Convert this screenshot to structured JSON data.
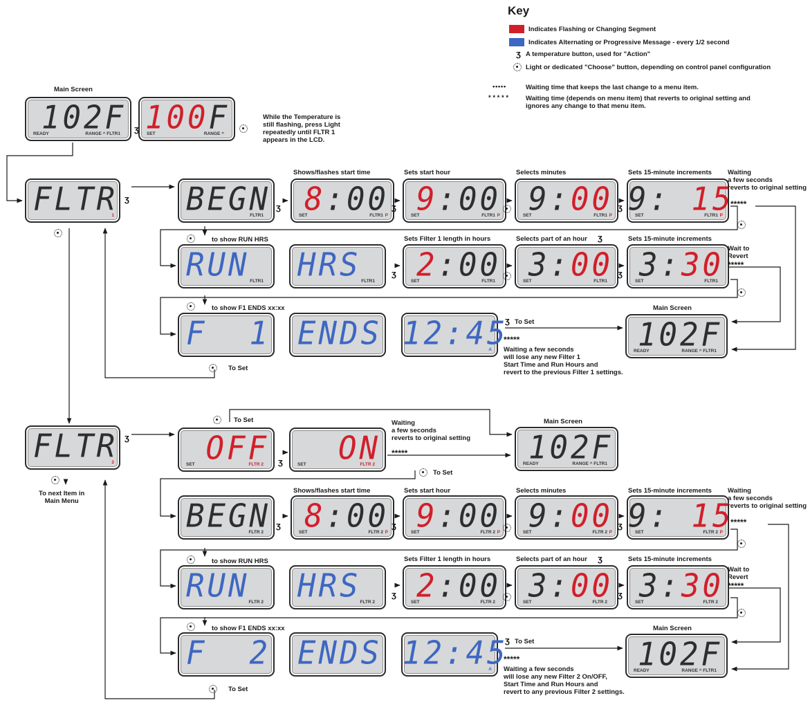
{
  "key": {
    "title": "Key",
    "red_label": "Indicates Flashing or Changing Segment",
    "blue_label": "Indicates Alternating or Progressive Message - every 1/2 second",
    "temp_label": "A temperature button, used for \"Action\"",
    "light_label": "Light or dedicated \"Choose\" button, depending on control panel configuration",
    "dots_label": "Waiting time that keeps the last change to a menu item.",
    "stars_label": "Waiting time (depends on menu item) that reverts to original setting and\nignores any change to that menu item.",
    "dots_symbol": "• • • • •",
    "stars_symbol": "* * * * *",
    "colors": {
      "flash": "#d11f2a",
      "alternate": "#3d67c2",
      "lcd_bg": "#d7d8da"
    }
  },
  "symbols": {
    "temp_button": "temp-button-icon",
    "light_button": "light-button-icon",
    "stars": "*****"
  },
  "section1": {
    "main_screen_title": "Main Screen",
    "lcd_102": {
      "text": "102F",
      "l": "READY",
      "r": "RANGE ^ FLTR1"
    },
    "lcd_100": {
      "text": "100F",
      "l": "SET",
      "r": "RANGE ^"
    },
    "hint": "While the Temperature is\nstill flashing, press Light\nrepeatedly until FLTR 1\nappears in the LCD.",
    "fltr": {
      "text": "FLTR",
      "r": "1"
    },
    "row1": {
      "begn": {
        "text": "BEGN",
        "r": "FLTR1"
      },
      "cap_shows": "Shows/flashes start time",
      "cap_hour": "Sets start hour",
      "cap_min": "Selects minutes",
      "cap_15": "Sets 15-minute increments",
      "t800": {
        "pre": "",
        "red": "8",
        "dark": ":00",
        "l": "SET",
        "r": "FLTR1",
        "p": "P"
      },
      "t900": {
        "red": "9",
        "dark": ":00",
        "l": "SET",
        "r": "FLTR1",
        "p": "P"
      },
      "t900b": {
        "dark": "9:",
        "red": "00",
        "l": "SET",
        "r": "FLTR1",
        "p": "P"
      },
      "t915": {
        "dark": "9: ",
        "red": "15",
        "l": "SET",
        "r": "FLTR1",
        "p": "P"
      },
      "waiting": "Waiting\na few seconds\nreverts to original setting"
    },
    "row2": {
      "to_show": "to show RUN HRS",
      "run": {
        "text": "RUN",
        "r": "FLTR1"
      },
      "hrs": {
        "text": "HRS",
        "r": "FLTR1"
      },
      "cap_len": "Sets Filter 1 length in hours",
      "cap_part": "Selects part of an hour",
      "cap_15": "Sets 15-minute increments",
      "t200": {
        "red": "2",
        "dark": ":00",
        "l": "SET",
        "r": "FLTR1"
      },
      "t300": {
        "dark": "3:",
        "red": "00",
        "l": "SET",
        "r": "FLTR1"
      },
      "t330": {
        "dark": "3:",
        "red": "30",
        "l": "SET",
        "r": "FLTR1"
      },
      "wait": "Wait to\nRevert"
    },
    "row3": {
      "to_show": "to show F1 ENDS xx:xx",
      "f": {
        "text": "F  1"
      },
      "ends": {
        "text": "ENDS"
      },
      "time": {
        "text": "12:45",
        "r": "A"
      },
      "to_set": "To Set",
      "to_set_bottom": "To Set",
      "main_screen_title": "Main Screen",
      "lcd_main": {
        "text": "102F",
        "l": "READY",
        "r": "RANGE ^ FLTR1"
      },
      "note": "Waiting a few seconds\nwill lose any new Filter 1\nStart Time and Run Hours and\nrevert to the previous Filter 1 settings."
    }
  },
  "section2": {
    "fltr": {
      "text": "FLTR",
      "r": "2"
    },
    "next_item": "To next Item in\nMain Menu",
    "to_set_top": "To Set",
    "off": {
      "text": "OFF",
      "l": "SET",
      "r": "FLTR 2"
    },
    "on": {
      "text": "ON",
      "l": "SET",
      "r": "FLTR 2"
    },
    "waiting_on": "Waiting\na few seconds\nreverts to original setting",
    "main_screen_title": "Main Screen",
    "lcd_main_top": {
      "text": "102F",
      "l": "READY",
      "r": "RANGE ^ FLTR1"
    },
    "to_set_mid": "To Set",
    "row1": {
      "begn": {
        "text": "BEGN",
        "r": "FLTR 2"
      },
      "cap_shows": "Shows/flashes start time",
      "cap_hour": "Sets start hour",
      "cap_min": "Selects minutes",
      "cap_15": "Sets 15-minute increments",
      "t800": {
        "red": "8",
        "dark": ":00",
        "l": "SET",
        "r": "FLTR 2",
        "p": "P"
      },
      "t900": {
        "red": "9",
        "dark": ":00",
        "l": "SET",
        "r": "FLTR 2",
        "p": "P"
      },
      "t900b": {
        "dark": "9:",
        "red": "00",
        "l": "SET",
        "r": "FLTR 2",
        "p": "P"
      },
      "t915": {
        "dark": "9: ",
        "red": "15",
        "l": "SET",
        "r": "FLTR 2",
        "p": "P"
      },
      "waiting": "Waiting\na few seconds\nreverts to original setting"
    },
    "row2": {
      "to_show": "to show RUN HRS",
      "run": {
        "text": "RUN",
        "r": "FLTR 2"
      },
      "hrs": {
        "text": "HRS",
        "r": "FLTR 2"
      },
      "cap_len": "Sets Filter 1 length in hours",
      "cap_part": "Selects part of an hour",
      "cap_15": "Sets 15-minute increments",
      "t200": {
        "red": "2",
        "dark": ":00",
        "l": "SET",
        "r": "FLTR 2"
      },
      "t300": {
        "dark": "3:",
        "red": "00",
        "l": "SET",
        "r": "FLTR 2"
      },
      "t330": {
        "dark": "3:",
        "red": "30",
        "l": "SET",
        "r": "FLTR 2"
      },
      "wait": "Wait to\nRevert"
    },
    "row3": {
      "to_show": "to show F1 ENDS xx:xx",
      "f": {
        "text": "F  2"
      },
      "ends": {
        "text": "ENDS"
      },
      "time": {
        "text": "12:45",
        "r": "A"
      },
      "to_set": "To Set",
      "to_set_bottom": "To Set",
      "main_screen_title": "Main Screen",
      "lcd_main": {
        "text": "102F",
        "l": "READY",
        "r": "RANGE ^ FLTR1"
      },
      "note": "Waiting a few seconds\nwill lose any new Filter 2 On/OFF,\nStart Time and Run Hours and\nrevert to any previous Filter 2 settings."
    }
  }
}
